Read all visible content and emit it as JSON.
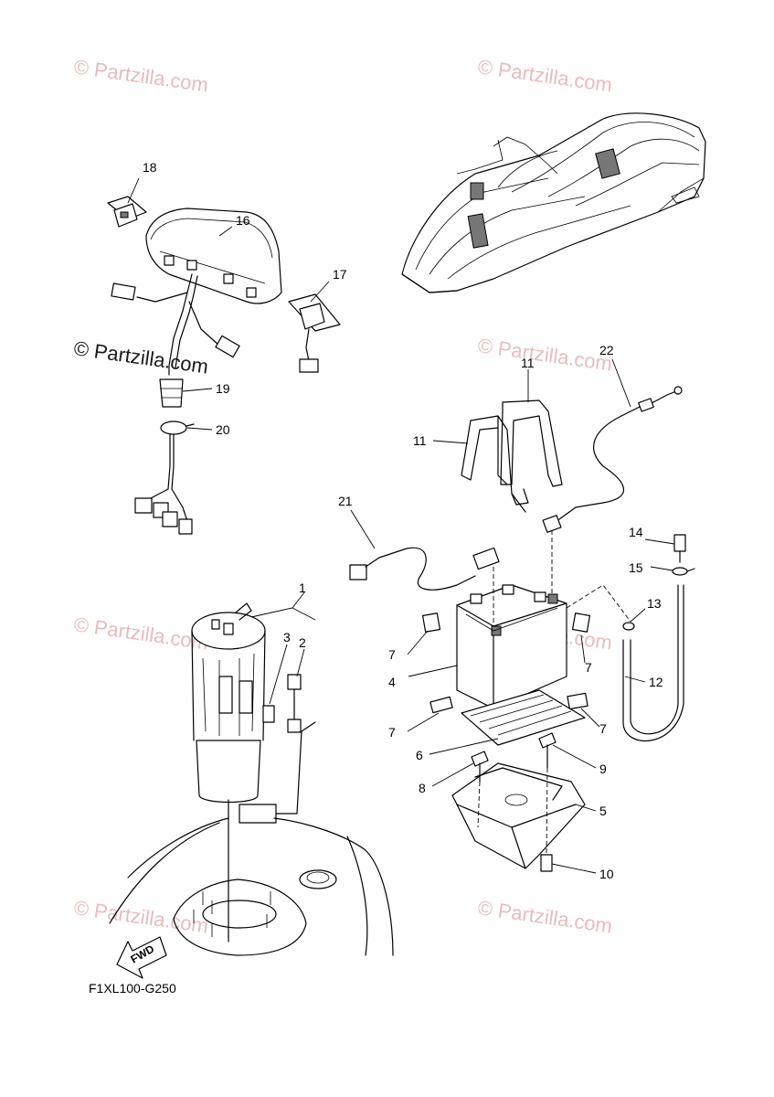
{
  "watermarks": {
    "light": "© Partzilla.com",
    "dark": "© Partzilla.com"
  },
  "callouts": {
    "c1": "1",
    "c2": "2",
    "c3": "3",
    "c4": "4",
    "c5": "5",
    "c6": "6",
    "c7": "7",
    "c8": "8",
    "c9": "9",
    "c10": "10",
    "c11": "11",
    "c12": "12",
    "c13": "13",
    "c14": "14",
    "c15": "15",
    "c16": "16",
    "c17": "17",
    "c18": "18",
    "c19": "19",
    "c20": "20",
    "c21": "21",
    "c22": "22"
  },
  "fwd_label": "FWD",
  "diagram_code": "F1XL100-G250",
  "colors": {
    "line": "#000000",
    "watermark": "#e7bcbc",
    "background": "#ffffff"
  }
}
